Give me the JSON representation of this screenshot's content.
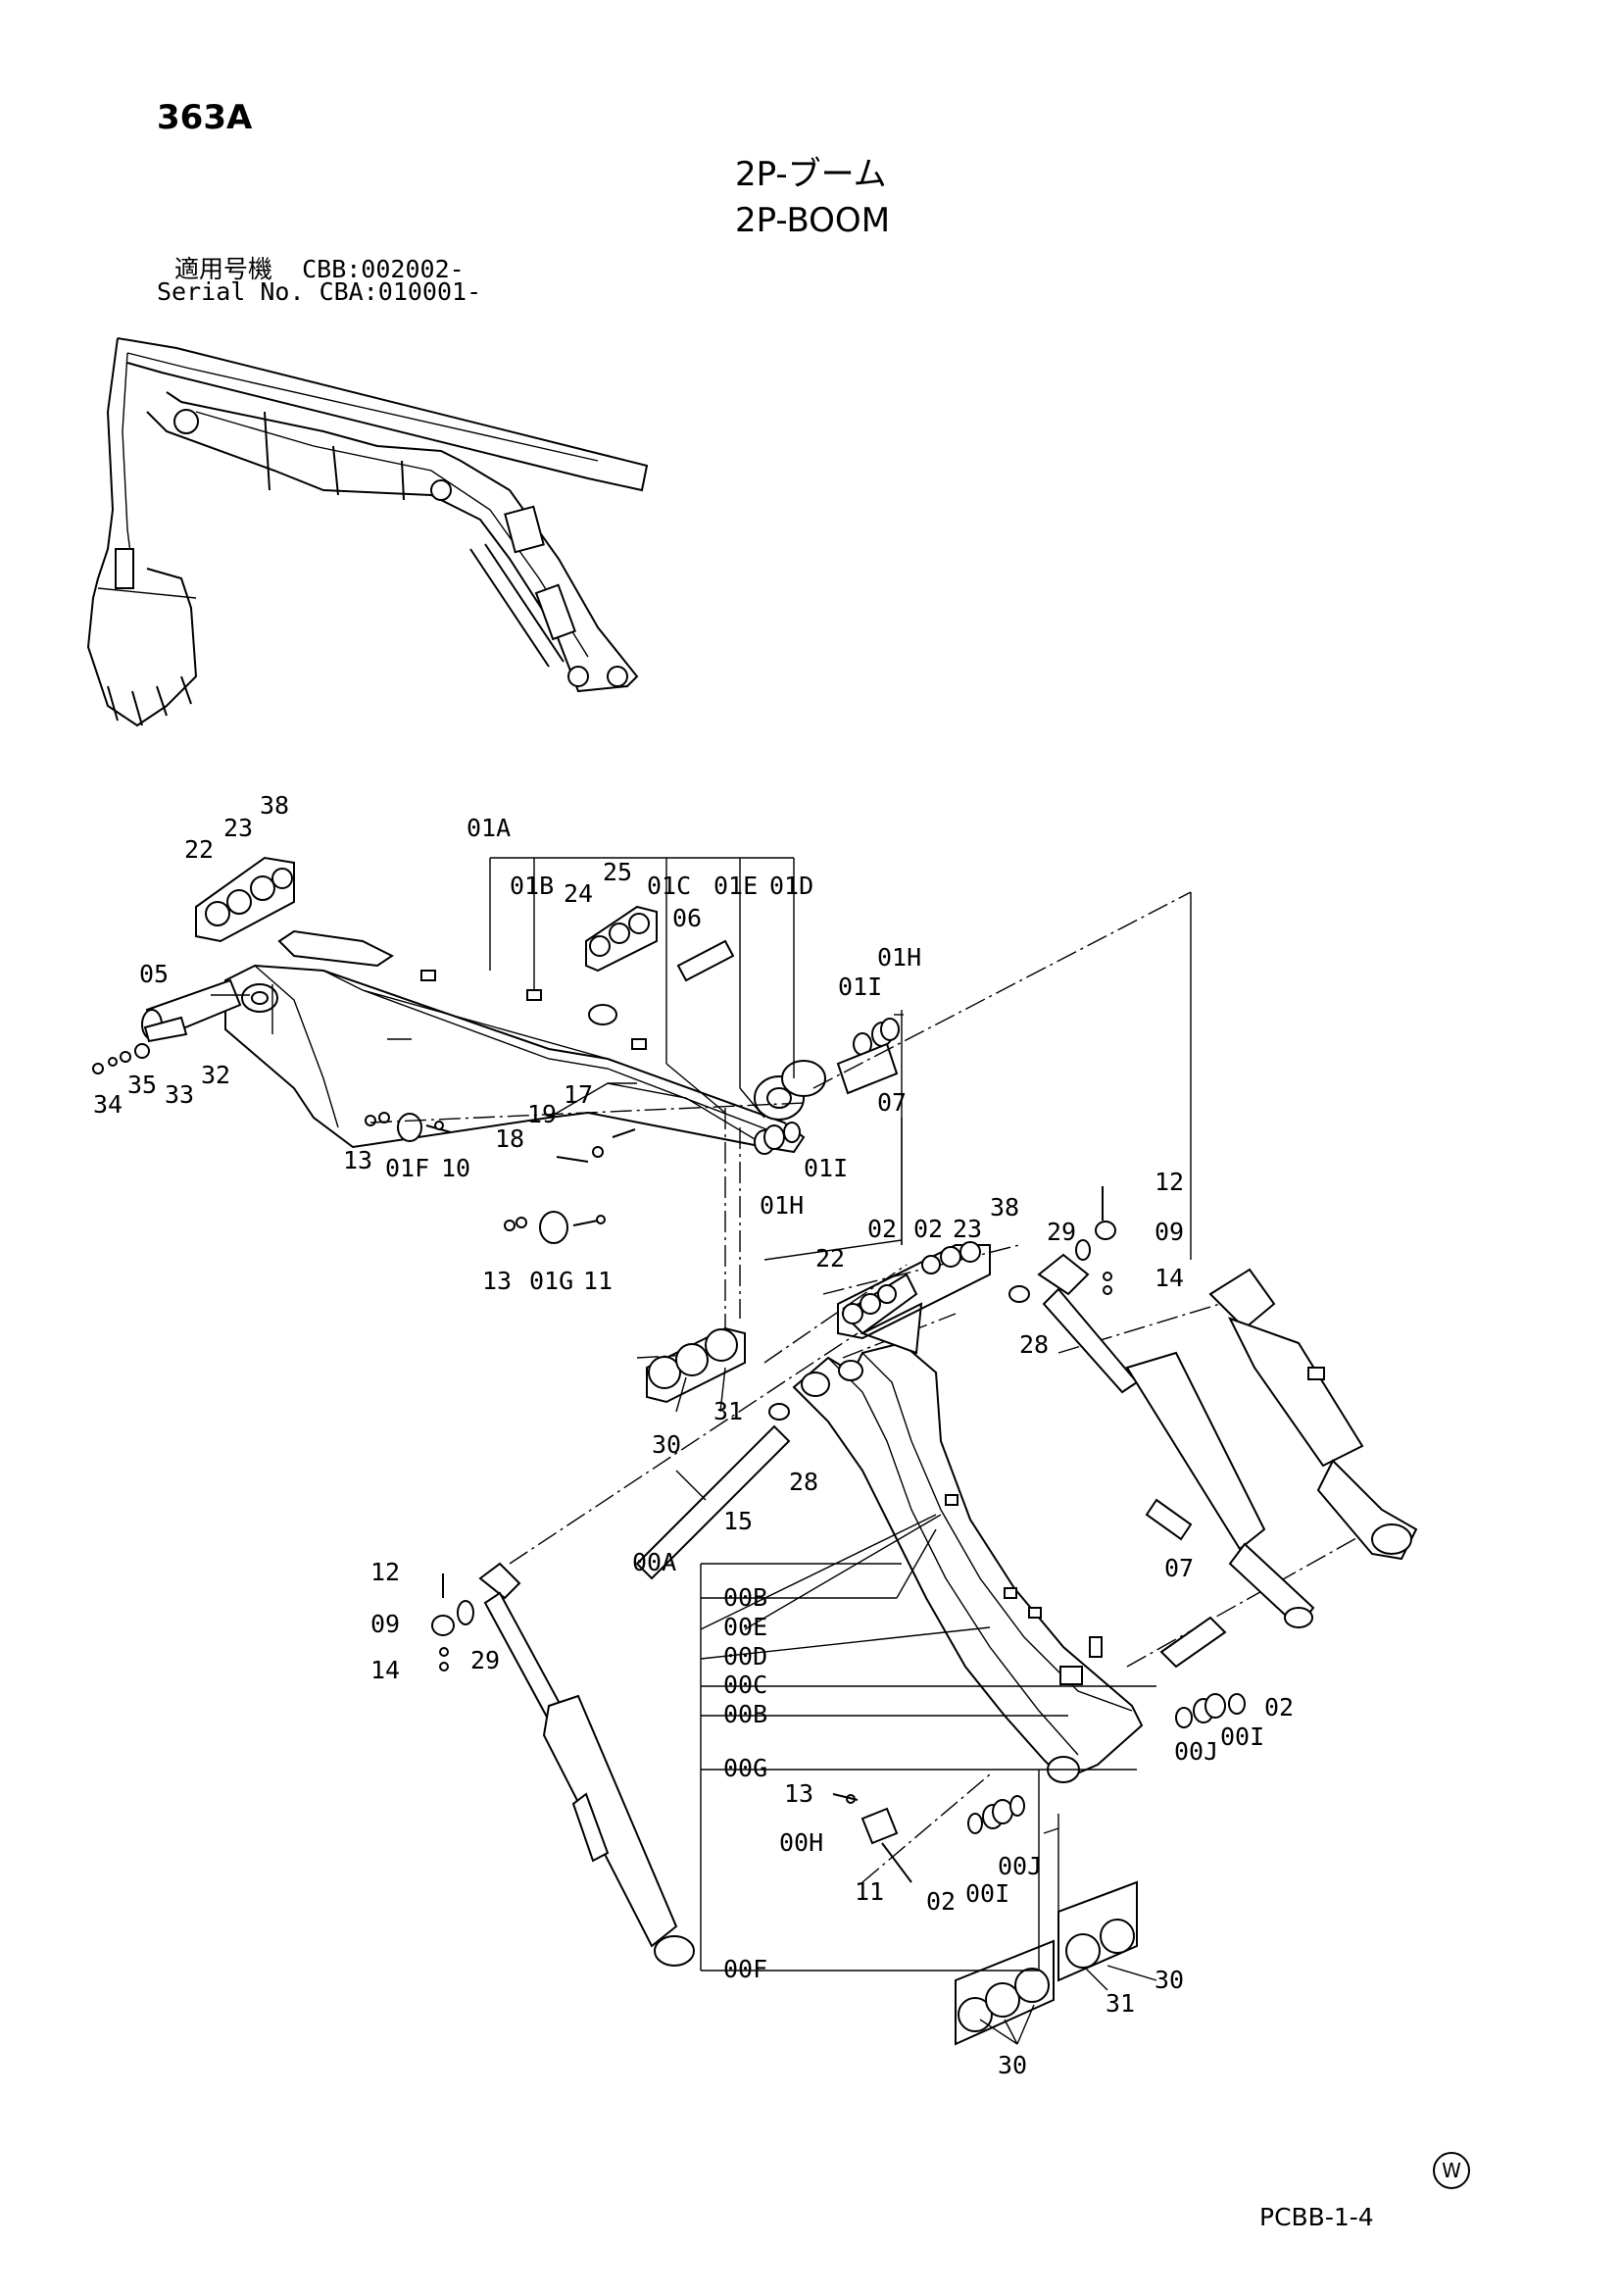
{
  "header": {
    "page_code": "363A",
    "title_jp": "2P-ブーム",
    "title_en": "2P-BOOM",
    "serial_line1": "適用号機  CBB:002002-",
    "serial_line2": "Serial No. CBA:010001-"
  },
  "footer": {
    "code": "PCBB-1-4",
    "mark": "W"
  },
  "callouts": {
    "c01A": "01A",
    "c01B": "01B",
    "c01C": "01C",
    "c01E": "01E",
    "c01D": "01D",
    "c01H_top": "01H",
    "c01I_top": "01I",
    "c01H_bot": "01H",
    "c01I_bot": "01I",
    "c01F": "01F",
    "c01G": "01G",
    "c05": "05",
    "c06": "06",
    "c07_top": "07",
    "c07_bot": "07",
    "c10": "10",
    "c11_top": "11",
    "c11_bot": "11",
    "c12_r": "12",
    "c12_l": "12",
    "c09_r": "09",
    "c09_l": "09",
    "c13_a": "13",
    "c13_b": "13",
    "c13_c": "13",
    "c14_r": "14",
    "c14_l": "14",
    "c15": "15",
    "c17": "17",
    "c18": "18",
    "c19": "19",
    "c22_a": "22",
    "c22_b": "22",
    "c23_a": "23",
    "c23_b": "23",
    "c24": "24",
    "c25": "25",
    "c28_a": "28",
    "c28_b": "28",
    "c29_r": "29",
    "c29_l": "29",
    "c30_a": "30",
    "c30_b": "30",
    "c30_c": "30",
    "c31_a": "31",
    "c31_b": "31",
    "c32": "32",
    "c33": "33",
    "c34": "34",
    "c35": "35",
    "c38_a": "38",
    "c38_b": "38",
    "c02_a": "02",
    "c02_b": "02",
    "c02_c": "02",
    "c02_d": "02",
    "c00A": "00A",
    "c00B_1": "00B",
    "c00E": "00E",
    "c00D": "00D",
    "c00C": "00C",
    "c00B_2": "00B",
    "c00G": "00G",
    "c00F": "00F",
    "c00H": "00H",
    "c00I_a": "00I",
    "c00I_b": "00I",
    "c00J_a": "00J",
    "c00J_b": "00J"
  }
}
